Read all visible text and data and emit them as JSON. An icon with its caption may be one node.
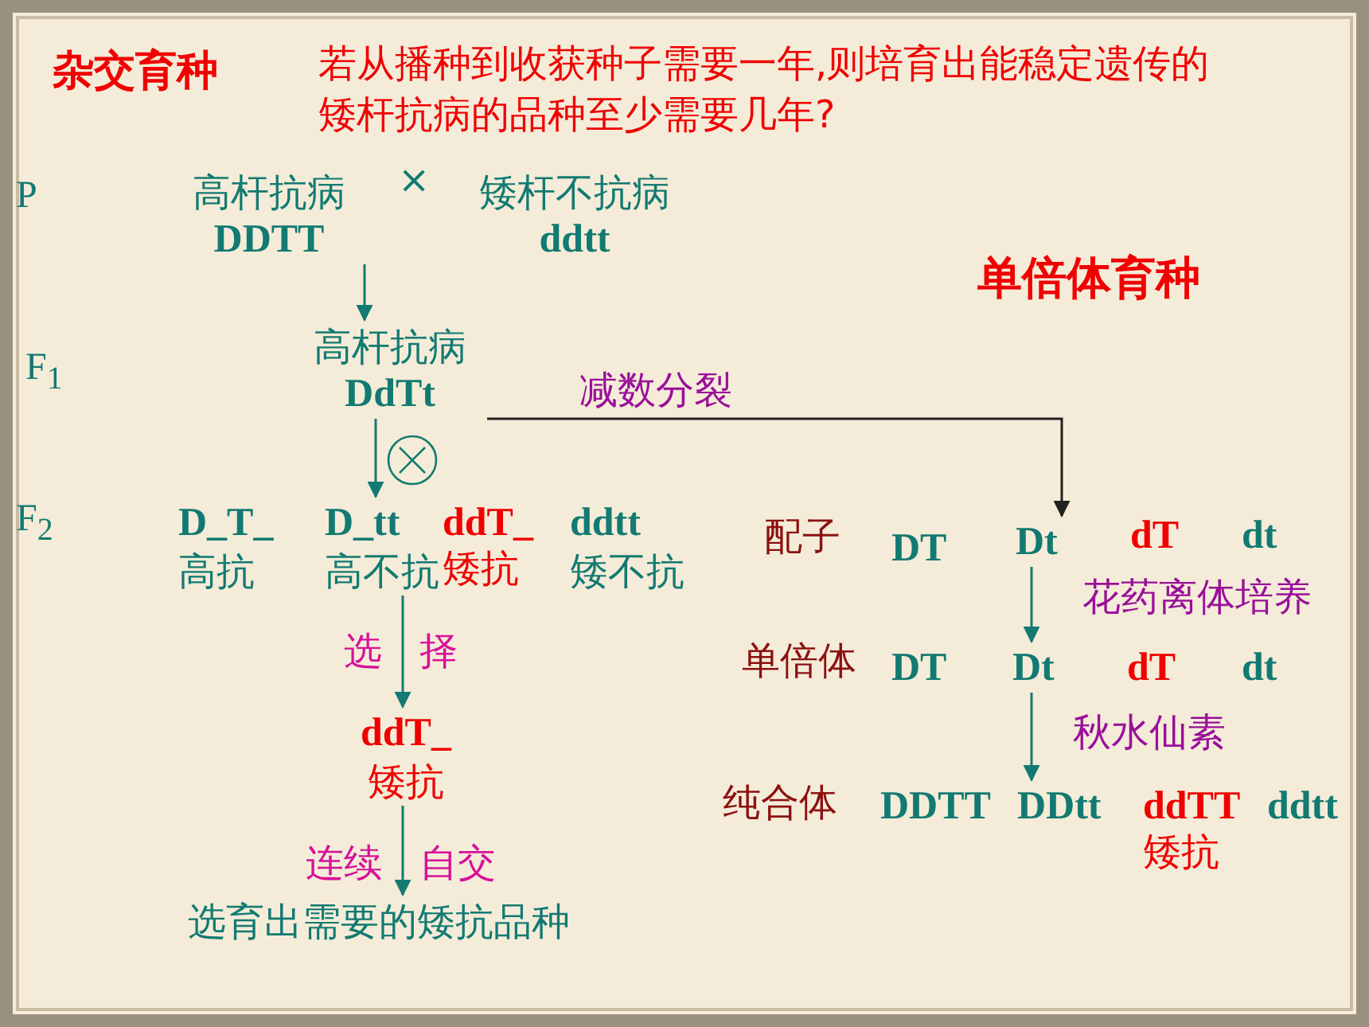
{
  "diagram": {
    "title": "杂交育种",
    "nodes": [
      {
        "text": [
          "高杆抗病",
          "DDTT"
        ]
      },
      {
        "text": [
          "矮杆不抗病",
          "ddtt"
        ]
      },
      {
        "text": [
          "高杆抗病",
          "DdTt"
        ]
      },
      {
        "text": [
          "D_T_",
          "高抗"
        ]
      },
      {
        "text": [
          "D_tt",
          "高不抗"
        ]
      },
      {
        "text": [
          "ddT_",
          "矮抗"
        ]
      },
      {
        "text": [
          "ddtt",
          "矮不抗"
        ]
      },
      {
        "text": [
          "ddT_",
          "矮抗"
        ]
      },
      {
        "text": [
          "选育出需要的矮抗品种"
        ]
      },
      {
        "text": [
          "DT"
        ]
      },
      {
        "text": [
          "Dt"
        ]
      },
      {
        "text": [
          "dT"
        ]
      },
      {
        "text": [
          "dt"
        ]
      },
      {
        "text": [
          "DT"
        ]
      },
      {
        "text": [
          "Dt"
        ]
      },
      {
        "text": [
          "dT"
        ]
      },
      {
        "text": [
          "dt"
        ]
      },
      {
        "text": [
          "DDTT"
        ]
      },
      {
        "text": [
          "DDtt"
        ]
      },
      {
        "text": [
          "ddTT",
          "矮抗"
        ]
      },
      {
        "text": [
          "ddtt"
        ]
      }
    ],
    "edges": [
      {
        "from": 0,
        "to": 2,
        "arrow": "to"
      },
      {
        "from": 2,
        "to": 4,
        "arrow": "to"
      },
      {
        "from": 4,
        "to": 7,
        "arrow": "to",
        "label": "选 择"
      },
      {
        "from": 7,
        "to": 8,
        "arrow": "to",
        "label": "连续 自交"
      },
      {
        "from": 2,
        "to": 10,
        "arrow": "to",
        "label": "减数分裂",
        "color": "#222222"
      },
      {
        "from": 10,
        "to": 14,
        "arrow": "to",
        "label": "花药离体培养"
      },
      {
        "from": 14,
        "to": 18,
        "arrow": "to",
        "label": "秋水仙素"
      }
    ],
    "labels": [
      "若从播种到收获种子需要一年,则培育出能稳定遗传的矮杆抗病的品种至少需要几年?",
      "P",
      "×",
      "单倍体育种",
      "F$_{1}$",
      "F$_{2}$",
      "配子",
      "单倍体",
      "纯合体"
    ]
  }
}
